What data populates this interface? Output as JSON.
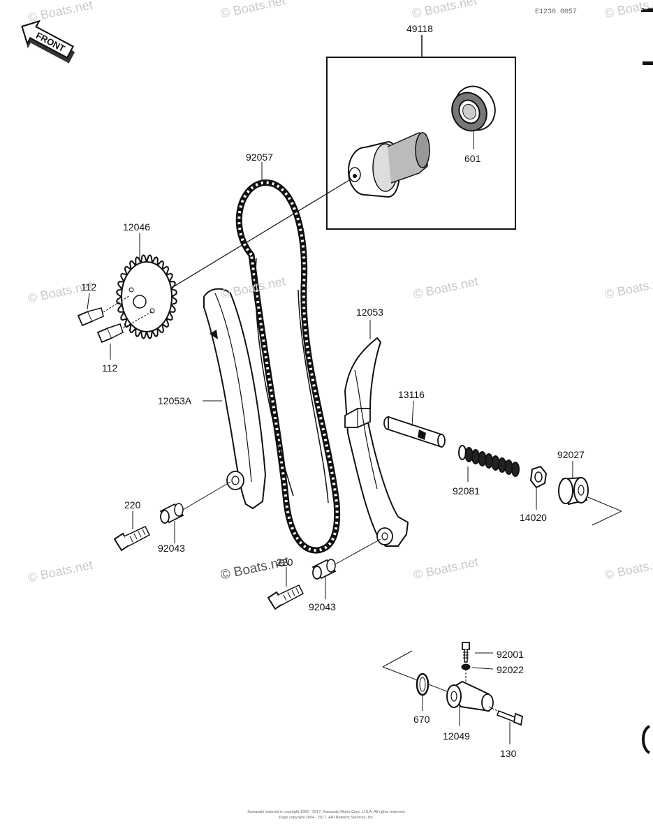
{
  "diagram_code": "E1230 0057",
  "front_label": "FRONT",
  "watermark_text": "© Boats.net",
  "part_labels": {
    "p49118": "49118",
    "p601": "601",
    "p92057": "92057",
    "p12046": "12046",
    "p112a": "112",
    "p112b": "112",
    "p12053": "12053",
    "p12053A": "12053A",
    "p13116": "13116",
    "p92081": "92081",
    "p92027": "92027",
    "p14020": "14020",
    "p220a": "220",
    "p92043a": "92043",
    "p220b": "220",
    "p92043b": "92043",
    "p92001": "92001",
    "p92022": "92022",
    "p670": "670",
    "p12049": "12049",
    "p130": "130"
  },
  "footer": {
    "line1": "Kawasaki material is copyright 1992 - 2017, Kawasaki Motor Corp. U.S.A. All rights reserved.",
    "line2": "Page copyright 2004 - 2017, ARI Network Services, Inc."
  }
}
